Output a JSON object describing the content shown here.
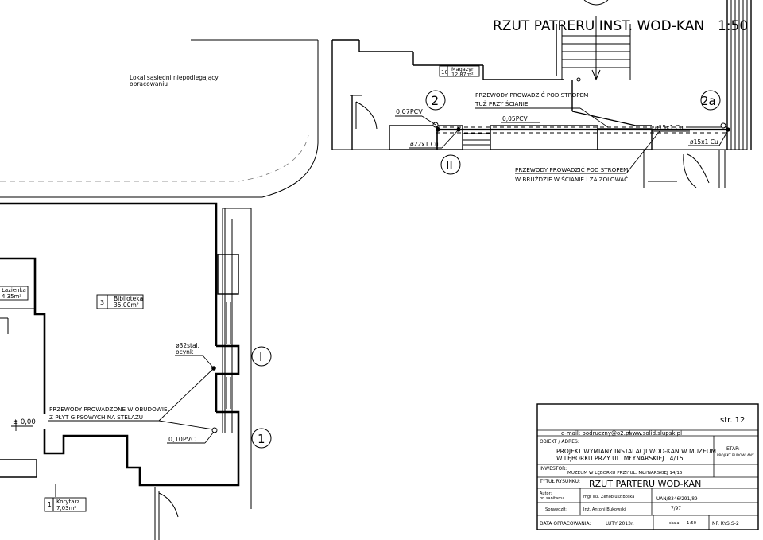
{
  "title": "RZUT PATRERU INST. WOD-KAN",
  "scale": "1:50",
  "rooms": {
    "adjacent": {
      "line1": "Lokal sąsiedni niepodlegający",
      "line2": "opracowaniu"
    },
    "magazine": {
      "number": "10",
      "name": "Magazyn",
      "area": "12,87m²"
    },
    "library": {
      "number": "3",
      "name": "Biblioteka",
      "area": "35,00m²"
    },
    "bathroom": {
      "name": "Łazienka",
      "area": "4,35m²"
    },
    "corridor": {
      "number": "1",
      "name": "Korytarz",
      "area": "7,03m²"
    }
  },
  "markers": {
    "two": "2",
    "two_a": "2a",
    "roman_two": "II",
    "roman_one": "I",
    "one": "1"
  },
  "annotations": {
    "top_note_line1": "PRZEWODY PROWADZIĆ POD STROPEM",
    "top_note_line2": "TUŻ PRZY ŚCIANIE",
    "pvc007": "0,07PCV",
    "pvc005": "0,05PCV",
    "cu22": "ø22x1 Cu",
    "cu15_a": "ø15x1 Cu",
    "cu15_b": "ø15x1 Cu",
    "mid_note_line1": "PRZEWODY PROWADZIĆ POD STROPEM",
    "mid_note_line2": "W BRUŻDZIE W ŚCIANIE I ZAIZOLOWAĆ",
    "steel_line1": "ø32stal.",
    "steel_line2": "ocynk",
    "left_note_line1": "PRZEWODY PROWADZONE W OBUDOWIE",
    "left_note_line2": "Z PŁYT GIPSOWYCH NA STELAŻU",
    "pvc010": "0,10PVC",
    "level": "± 0,00"
  },
  "title_block": {
    "page": "str. 12",
    "email": "e-mail: podruczny@o2.pl",
    "web": "www.solid.slupsk.pl",
    "object_label": "OBIEKT / ADRES:",
    "object_line1": "PROJEKT WYMIANY INSTALACJI WOD-KAN W MUZEUM",
    "object_line2": "W LĘBORKU PRZY UL. MŁYNARSKIEJ 14/15",
    "stage_label": "ETAP:",
    "stage_value": "PROJEKT BUDOWLANY",
    "investor_label": "INWESTOR:",
    "investor_value": "MUZEUM W LĘBORKU PRZY UL. MŁYNARSKIEJ 14/15",
    "drawing_label": "TYTUŁ RYSUNKU:",
    "drawing_value": "RZUT PARTERU WOD-KAN",
    "author_label1": "Autor:",
    "author_label2": "br. sanitarna",
    "author_name": "mgr inż. Zenobiusz Boska",
    "author_lic": "UAN/8346/291/89",
    "checker_label": "Sprawdził:",
    "checker_name": "Inż. Antoni Bukowski",
    "checker_lic": "7/97",
    "date_label": "DATA OPRACOWANIA:",
    "date_value": "LUTY 2013r.",
    "scale_label": "skala:",
    "scale_value": "1:50",
    "number_label": "NR RYS.:",
    "number_value": "S-2"
  }
}
